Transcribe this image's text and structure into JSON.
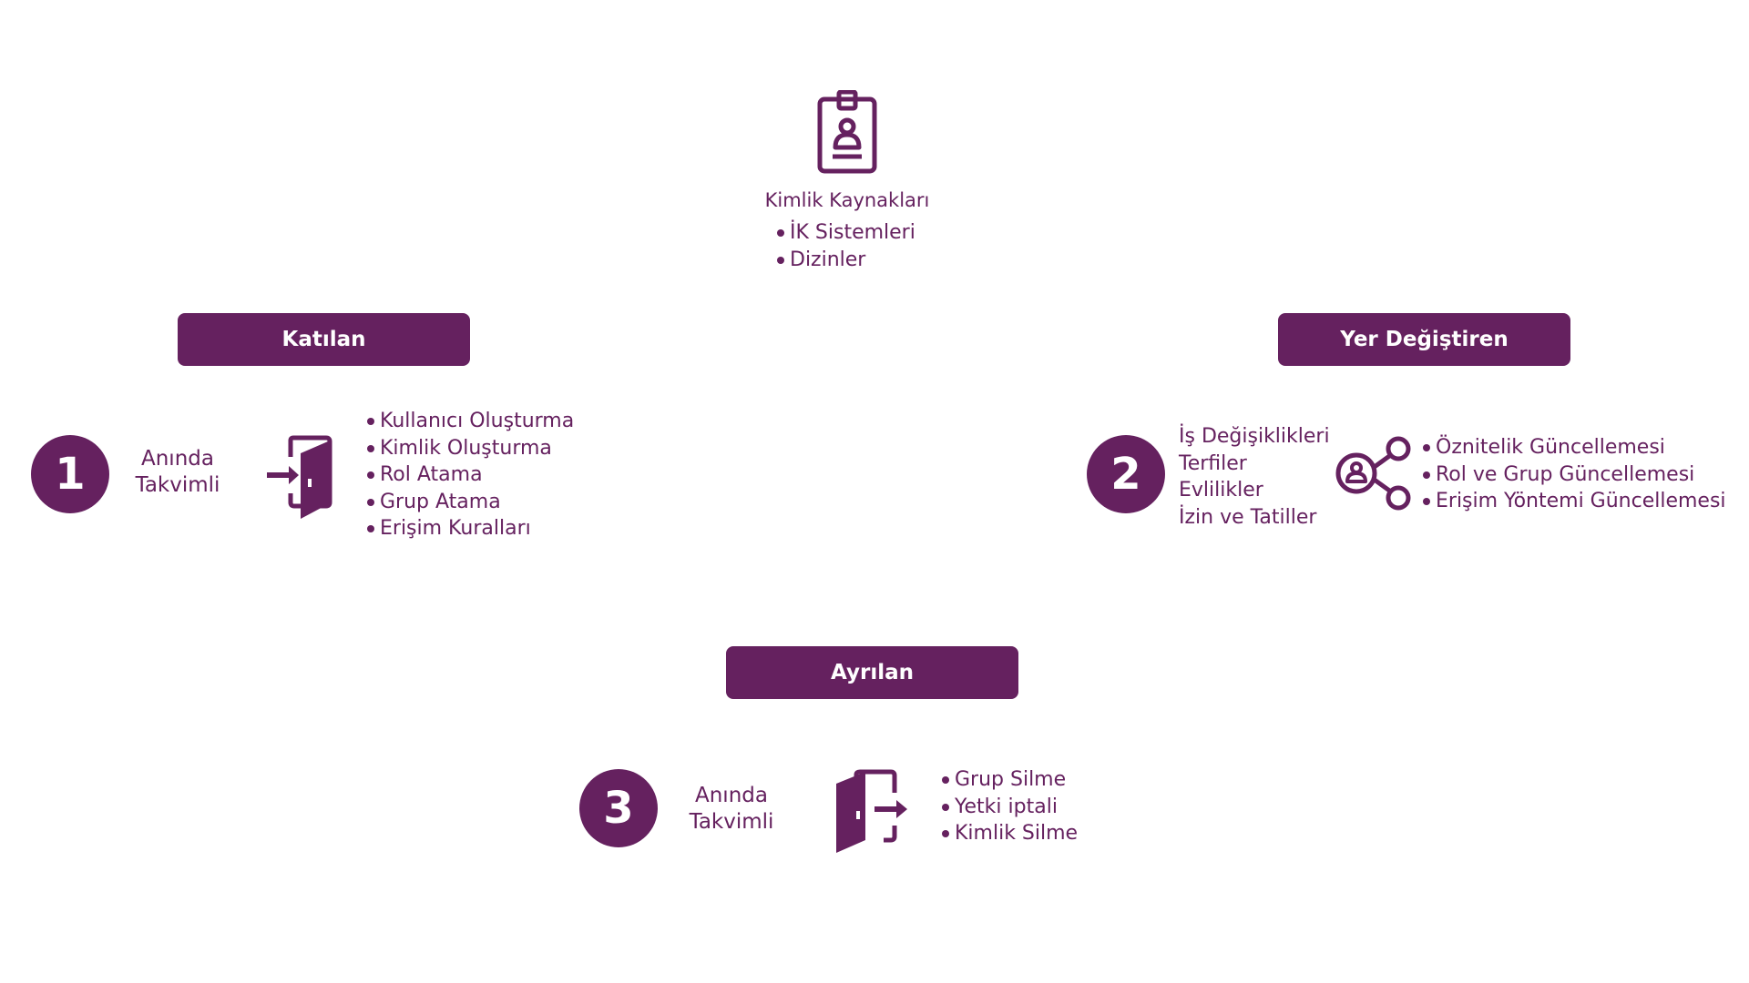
{
  "colors": {
    "brand": "#65215f",
    "background": "#ffffff",
    "on_brand": "#ffffff"
  },
  "sources": {
    "icon": "id-badge-icon",
    "title": "Kimlik Kaynakları",
    "items": [
      "İK Sistemleri",
      "Dizinler"
    ]
  },
  "joiner": {
    "header": "Katılan",
    "number": "1",
    "mode": [
      "Anında",
      "Takvimli"
    ],
    "icon": "door-enter-icon",
    "items": [
      "Kullanıcı Oluşturma",
      "Kimlik Oluşturma",
      "Rol Atama",
      "Grup Atama",
      "Erişim Kuralları"
    ]
  },
  "mover": {
    "header": "Yer Değiştiren",
    "number": "2",
    "events": [
      "İş Değişiklikleri",
      "Terfiler",
      "Evlilikler",
      "İzin ve Tatiller"
    ],
    "icon": "share-nodes-icon",
    "items": [
      "Öznitelik Güncellemesi",
      "Rol ve Grup Güncellemesi",
      "Erişim Yöntemi Güncellemesi"
    ]
  },
  "leaver": {
    "header": "Ayrılan",
    "number": "3",
    "mode": [
      "Anında",
      "Takvimli"
    ],
    "icon": "door-exit-icon",
    "items": [
      "Grup Silme",
      "Yetki iptali",
      "Kimlik Silme"
    ]
  }
}
